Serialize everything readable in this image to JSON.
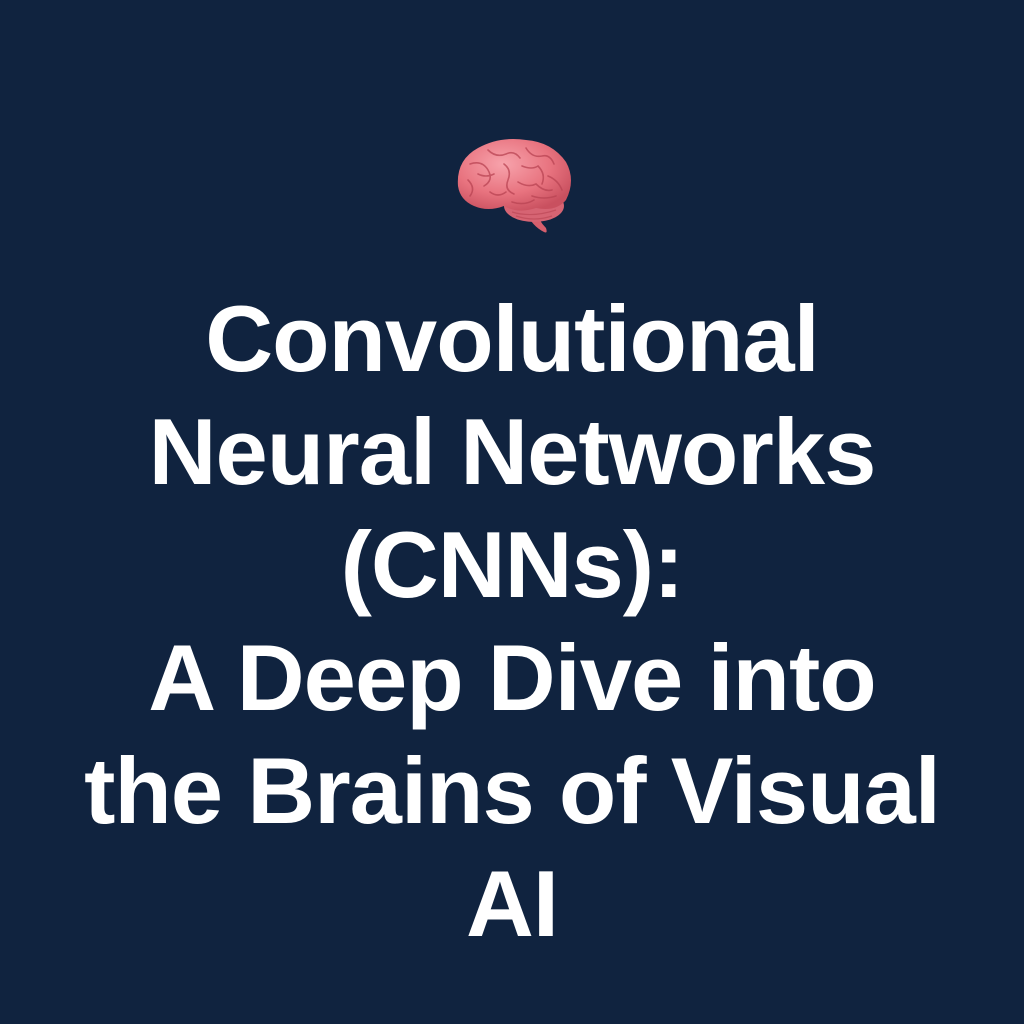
{
  "icon": {
    "name": "brain-icon",
    "colors": {
      "fill": "#e8737f",
      "highlight": "#f59aa4",
      "shadow": "#c9505f"
    }
  },
  "title": {
    "lines": [
      "Convolutional",
      "Neural Networks",
      "(CNNs):",
      "A Deep Dive into",
      "the Brains of Visual",
      "AI"
    ]
  },
  "colors": {
    "background": "#10233f",
    "text": "#ffffff"
  }
}
